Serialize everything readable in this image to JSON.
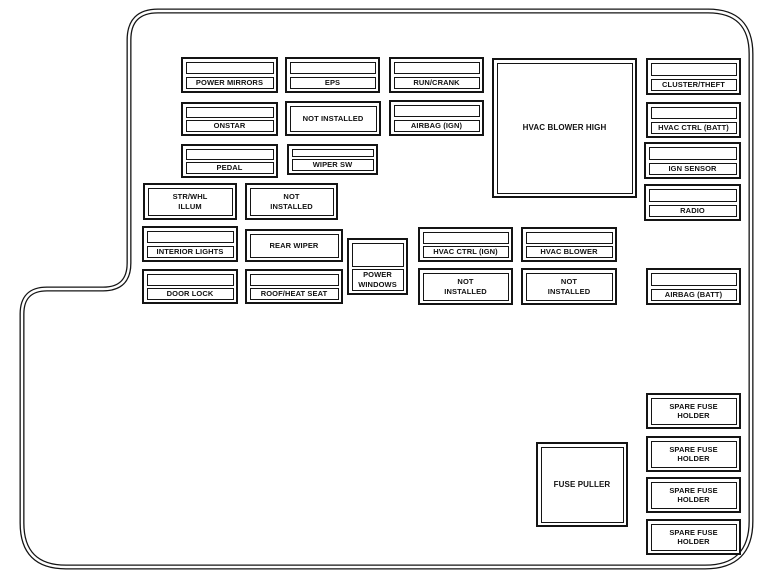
{
  "colors": {
    "line": "#141414",
    "background": "#ffffff"
  },
  "labels": {
    "power_mirrors": "POWER MIRRORS",
    "eps": "EPS",
    "run_crank": "RUN/CRANK",
    "hvac_blower_high": "HVAC BLOWER HIGH",
    "cluster_theft": "CLUSTER/THEFT",
    "onstar": "ONSTAR",
    "not_installed_1": "NOT INSTALLED",
    "airbag_ign": "AIRBAG (IGN)",
    "hvac_ctrl_batt": "HVAC CTRL (BATT)",
    "pedal": "PEDAL",
    "wiper_sw": "WIPER SW",
    "ign_sensor": "IGN SENSOR",
    "radio": "RADIO",
    "str_whl_illum": "STR/WHL\nILLUM",
    "not_installed_2": "NOT\nINSTALLED",
    "interior_lights": "INTERIOR LIGHTS",
    "rear_wiper": "REAR WIPER",
    "hvac_ctrl_ign": "HVAC CTRL (IGN)",
    "hvac_blower": "HVAC BLOWER",
    "door_lock": "DOOR LOCK",
    "roof_heat_seat": "ROOF/HEAT SEAT",
    "power_windows": "POWER\nWINDOWS",
    "not_installed_3": "NOT\nINSTALLED",
    "not_installed_4": "NOT\nINSTALLED",
    "airbag_batt": "AIRBAG (BATT)",
    "fuse_puller": "FUSE PULLER",
    "spare_fuse_1": "SPARE FUSE\nHOLDER",
    "spare_fuse_2": "SPARE FUSE\nHOLDER",
    "spare_fuse_3": "SPARE FUSE\nHOLDER",
    "spare_fuse_4": "SPARE FUSE\nHOLDER"
  }
}
